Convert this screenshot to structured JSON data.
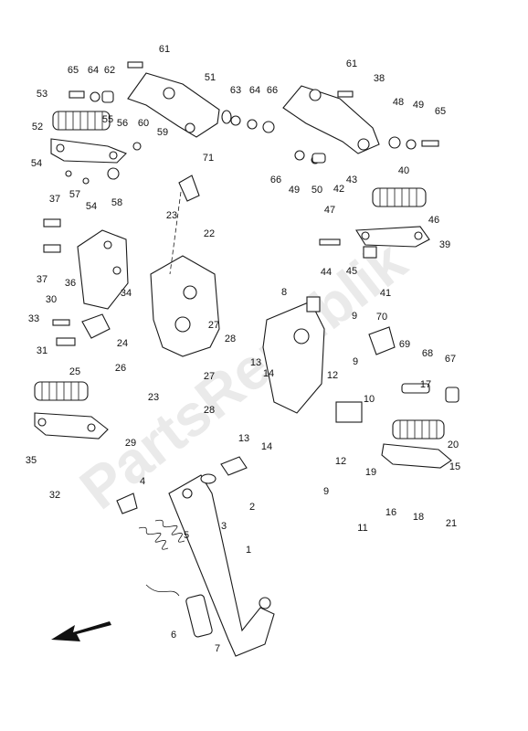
{
  "diagram": {
    "watermark": "PartsRepublik",
    "callouts": [
      "61",
      "65",
      "64",
      "62",
      "51",
      "63",
      "64",
      "66",
      "61",
      "38",
      "48",
      "49",
      "65",
      "53",
      "55",
      "56",
      "60",
      "59",
      "52",
      "54",
      "57",
      "54",
      "58",
      "71",
      "66",
      "49",
      "50",
      "42",
      "43",
      "40",
      "47",
      "46",
      "39",
      "37",
      "23",
      "22",
      "37",
      "36",
      "34",
      "44",
      "45",
      "41",
      "30",
      "8",
      "70",
      "33",
      "24",
      "27",
      "28",
      "26",
      "9",
      "69",
      "68",
      "67",
      "31",
      "25",
      "13",
      "14",
      "9",
      "12",
      "10",
      "27",
      "28",
      "23",
      "13",
      "14",
      "17",
      "29",
      "12",
      "20",
      "35",
      "32",
      "4",
      "2",
      "19",
      "9",
      "15",
      "3",
      "5",
      "16",
      "18",
      "11",
      "21",
      "1",
      "6",
      "7"
    ]
  },
  "icons": {
    "direction_arrow": "front-direction-arrow-icon"
  }
}
